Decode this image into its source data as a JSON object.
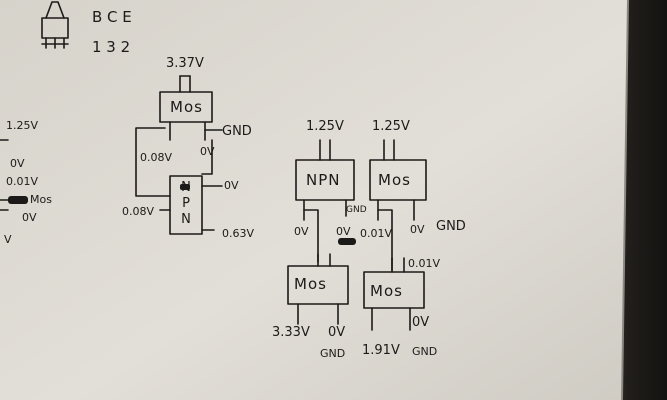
{
  "notes": {
    "top": {
      "pin_letters": "B C E",
      "pin_numbers": "1 3 2"
    },
    "left_circuit": {
      "top_voltage": "3.37V",
      "mos_label": "Mos",
      "gnd_label": "GND",
      "left_voltage": "0.08V",
      "right_voltage": "0V",
      "npn_letters": [
        "N",
        "P",
        "N"
      ],
      "npn_right_voltage": "0V",
      "npn_left_voltage": "0.08V",
      "npn_bottom_voltage": "0.63V"
    },
    "far_left": {
      "v1": "1.25V",
      "v2": "0V",
      "v3": "0.01V",
      "mos_label": "Mos",
      "v4": "0V",
      "v5": "V"
    },
    "right_circuit": {
      "npn_top_voltage": "1.25V",
      "npn_label": "NPN",
      "mos_top_voltage": "1.25V",
      "mos_label": "Mos",
      "npn_out_left": "0V",
      "npn_out_mid": "0V",
      "npn_gnd": "GND",
      "mos_out_left": "0.01V",
      "mos_out_right": "0V",
      "mos_gnd": "GND",
      "bottom_left_top_voltage": "0.01V",
      "bottom_left_mos": "Mos",
      "bottom_left_v1": "3.33V",
      "bottom_left_v2": "0V",
      "bottom_left_gnd": "GND",
      "bottom_right_mos": "Mos",
      "bottom_right_v1": "1.91V",
      "bottom_right_v2": "0V",
      "bottom_right_gnd": "GND"
    }
  },
  "colors": {
    "paper": "#dddad2",
    "ink": "#1c1a18",
    "background": "#1a1816"
  }
}
